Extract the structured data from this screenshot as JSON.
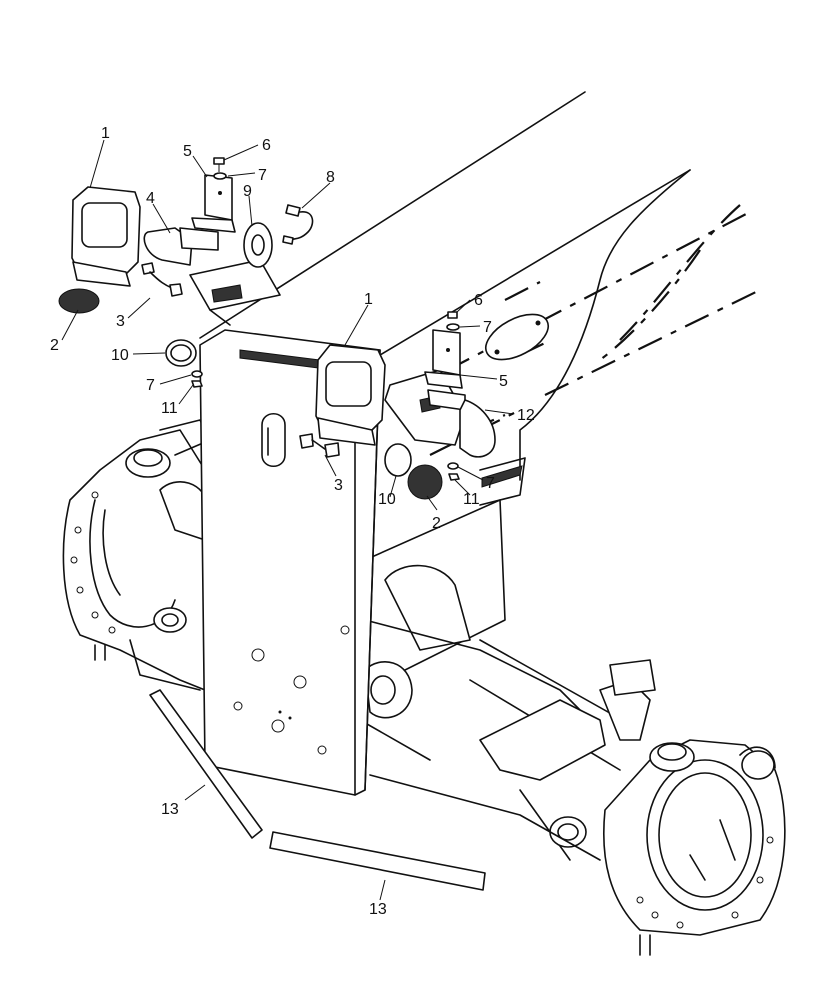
{
  "callouts": [
    {
      "id": "c1a",
      "text": "1"
    },
    {
      "id": "c1b",
      "text": "1"
    },
    {
      "id": "c2a",
      "text": "2"
    },
    {
      "id": "c2b",
      "text": "2"
    },
    {
      "id": "c3a",
      "text": "3"
    },
    {
      "id": "c3b",
      "text": "3"
    },
    {
      "id": "c4",
      "text": "4"
    },
    {
      "id": "c5a",
      "text": "5"
    },
    {
      "id": "c5b",
      "text": "5"
    },
    {
      "id": "c6a",
      "text": "6"
    },
    {
      "id": "c6b",
      "text": "6"
    },
    {
      "id": "c7a",
      "text": "7"
    },
    {
      "id": "c7b",
      "text": "7"
    },
    {
      "id": "c7c",
      "text": "7"
    },
    {
      "id": "c8",
      "text": "8"
    },
    {
      "id": "c9",
      "text": "9"
    },
    {
      "id": "c10a",
      "text": "10"
    },
    {
      "id": "c10b",
      "text": "10"
    },
    {
      "id": "c11a",
      "text": "11"
    },
    {
      "id": "c11b",
      "text": "11"
    },
    {
      "id": "c12",
      "text": "12"
    },
    {
      "id": "c13a",
      "text": "13"
    },
    {
      "id": "c13b",
      "text": "13"
    }
  ]
}
